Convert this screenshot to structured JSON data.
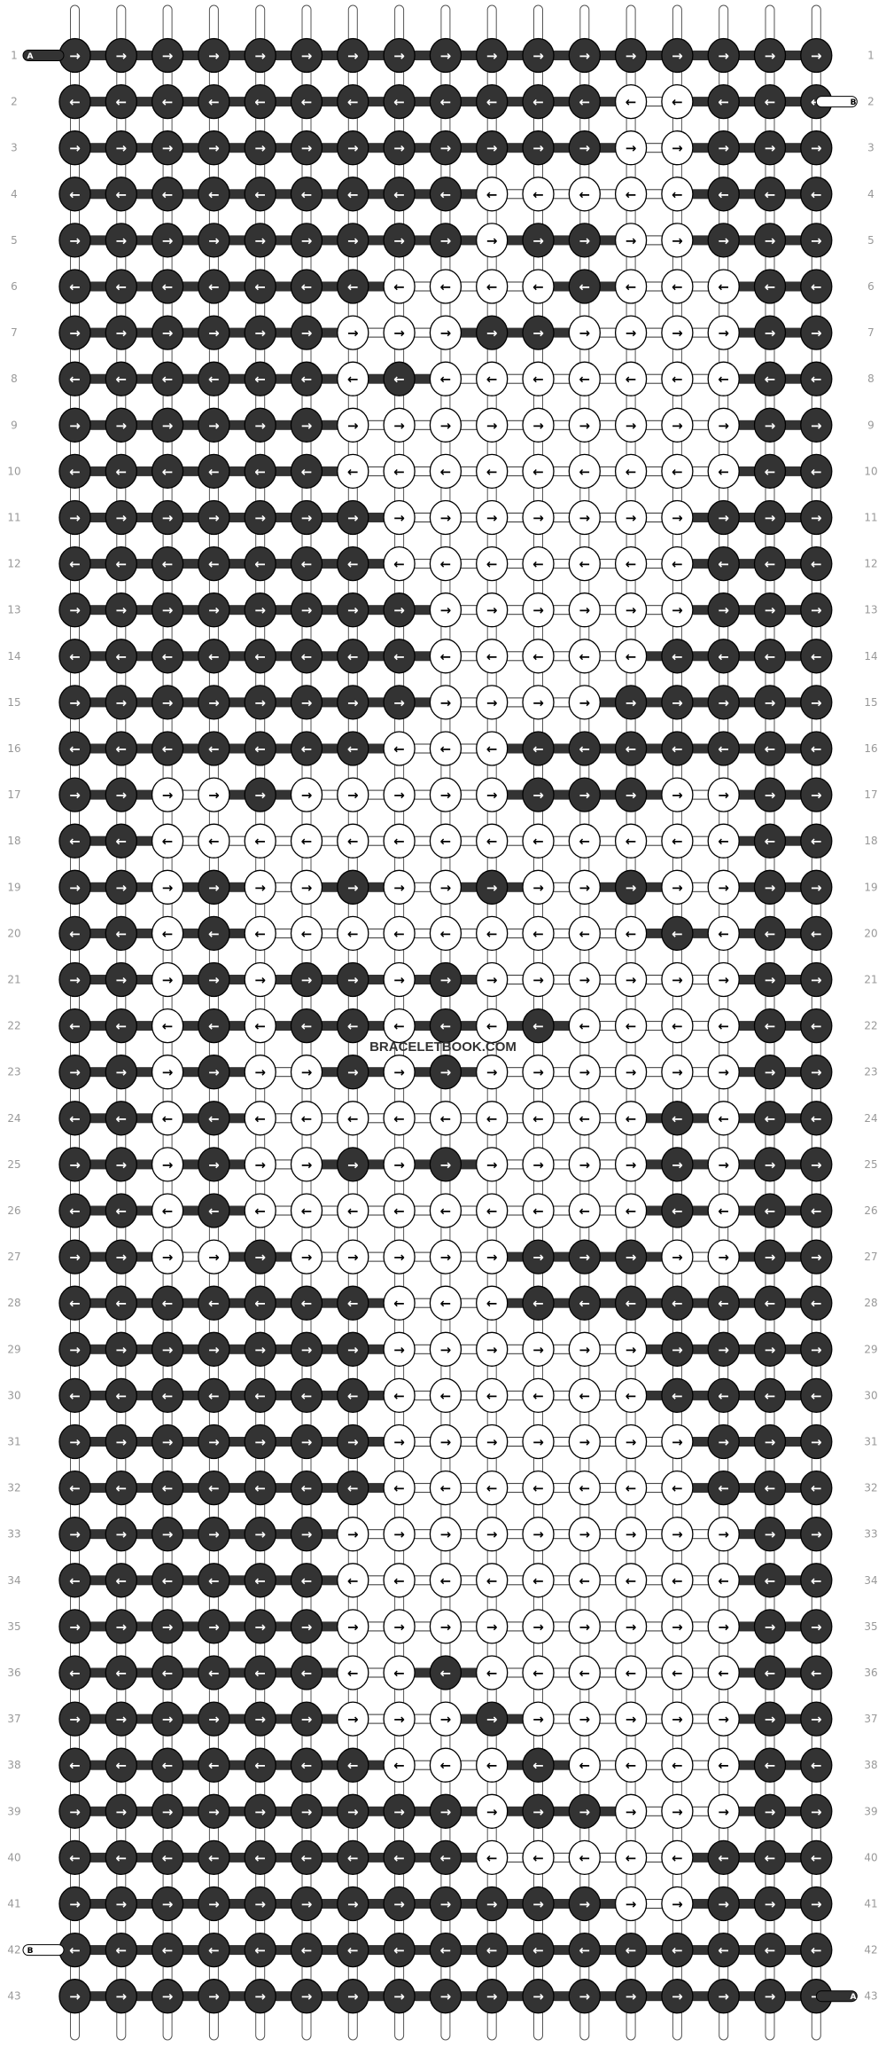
{
  "pattern": {
    "watermark": "BRACELETBOOK.COM",
    "colors": {
      "dark": "#333333",
      "light": "#ffffff",
      "outline": "#000000",
      "row_label": "#999999"
    },
    "string_labels": {
      "left_top": "A",
      "right_row2": "B",
      "left_row42": "B",
      "right_bottom": "A"
    },
    "row_labels": [
      "1",
      "2",
      "3",
      "4",
      "5",
      "6",
      "7",
      "8",
      "9",
      "10",
      "11",
      "12",
      "13",
      "14",
      "15",
      "16",
      "17",
      "18",
      "19",
      "20",
      "21",
      "22",
      "23",
      "24",
      "25",
      "26",
      "27",
      "28",
      "29",
      "30",
      "31",
      "32",
      "33",
      "34",
      "35",
      "36",
      "37",
      "38",
      "39",
      "40",
      "41",
      "42",
      "43"
    ],
    "columns": 17,
    "knot_map": [
      "DDDDDDDDDDDDDDDDD",
      "DDDDDDDDDDDDLLDDD",
      "DDDDDDDDDDDDLLDDD",
      "DDDDDDDDDLLLLLDDD",
      "DDDDDDDDDLDDLLDDD",
      "DDDDDDDLLLLDLLLDD",
      "DDDDDDLLLDDLLLLDD",
      "DDDDDDLDLLLLLLLDD",
      "DDDDDDLLLLLLLLLDD",
      "DDDDDDLLLLLLLLLDD",
      "DDDDDDDLLLLLLLDDD",
      "DDDDDDDLLLLLLLDDD",
      "DDDDDDDDLLLLLLDDD",
      "DDDDDDDDLLLLLDDDD",
      "DDDDDDDDLLLLDDDDD",
      "DDDDDDDLLLDDDDDDD",
      "DDLLDLLLLLDDDLLDD",
      "DDLLLLLLLLLLLLLDD",
      "DDLDLLDLLDLLDLLDD",
      "DDLDLLLLLLLLLDLDD",
      "DDLDLDDLDLLLLLLDD",
      "DDLDLDDLDLDLLLLDD",
      "DDLDLLDLDLLLLLLDD",
      "DDLDLLLLLLLLLDLDD",
      "DDLDLLDLDLLLLDLDD",
      "DDLDLLLLLLLLLDLDD",
      "DDLLDLLLLLDDDLLDD",
      "DDDDDDDLLLDDDDDDD",
      "DDDDDDDLLLLLLDDDD",
      "DDDDDDDLLLLLLDDDD",
      "DDDDDDDLLLLLLLDDD",
      "DDDDDDDLLLLLLLDDD",
      "DDDDDDLLLLLLLLLDD",
      "DDDDDDLLLLLLLLLDD",
      "DDDDDDLLLLLLLLLDD",
      "DDDDDDLLDLLLLLLDD",
      "DDDDDDLLLDLLLLLDD",
      "DDDDDDDLLLDLLLLDD",
      "DDDDDDDDDLDDLLLDD",
      "DDDDDDDDDLLLLLDDD",
      "DDDDDDDDDDDDLLDDD",
      "DDDDDDDDDDDDDDDDD",
      "DDDDDDDDDDDDDDDDD"
    ]
  }
}
